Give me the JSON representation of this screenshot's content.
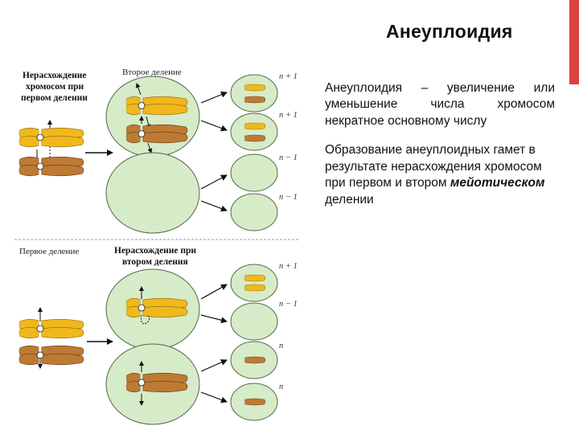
{
  "slide": {
    "title": "Анеуплоидия",
    "definition_term": "Анеуплоидия",
    "definition_rest": " – увеличение или уменьшение числа хромосом некратное основному числу",
    "formation_text": "Образование анеуплоидных гамет в результате нерасхождения хромосом при первом и втором ",
    "formation_em": "мейотическом",
    "formation_end": " делении",
    "accent_color": "#d9453e"
  },
  "diagram": {
    "top_panel": {
      "left_label_lines": [
        "Нерасхождение",
        "хромосом при",
        "первом делении"
      ],
      "center_label": "Второе деление",
      "gamete_labels": [
        "n + 1",
        "n + 1",
        "n − 1",
        "n − 1"
      ]
    },
    "bottom_panel": {
      "left_label": "Первое деление",
      "center_label_lines": [
        "Нерасхождение при",
        "втором деления"
      ],
      "gamete_labels": [
        "n + 1",
        "n − 1",
        "n",
        "n"
      ]
    },
    "colors": {
      "cell_fill": "#d6ebc8",
      "cell_stroke": "#55664a",
      "chromosome_yellow": "#f0b81c",
      "chromosome_brown": "#bd7a34",
      "divider": "#999999"
    }
  }
}
